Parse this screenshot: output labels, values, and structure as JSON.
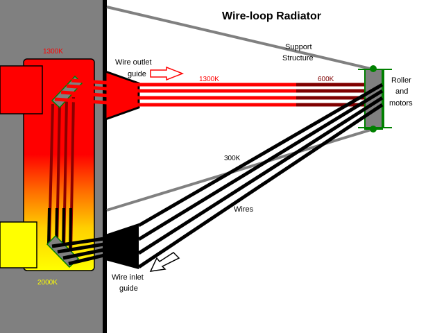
{
  "title": "Wire-loop Radiator",
  "labels": {
    "wire_outlet_guide": [
      "Wire outlet",
      "guide"
    ],
    "wire_inlet_guide": [
      "Wire inlet",
      "guide"
    ],
    "support_structure": [
      "Support",
      "Structure"
    ],
    "roller_and_motors": [
      "Roller",
      "and",
      "motors"
    ],
    "wires": "Wires"
  },
  "temperatures": {
    "chamber_top": "1300K",
    "chamber_bottom": "2000K",
    "outlet_wires": "1300K",
    "cooled_wires": "600K",
    "return_wires": "300K"
  },
  "colors": {
    "wall_gray": "#808080",
    "hot_red": "#ff0000",
    "hot_yellow": "#ffff00",
    "cool_dark_red": "#7f0000",
    "cold_black": "#000000",
    "roller_green": "#008000",
    "temp_label_red": "#ff0000",
    "temp_label_dark_red": "#7f0000",
    "temp_label_yellow": "#ffff00"
  },
  "wire_count": 4
}
